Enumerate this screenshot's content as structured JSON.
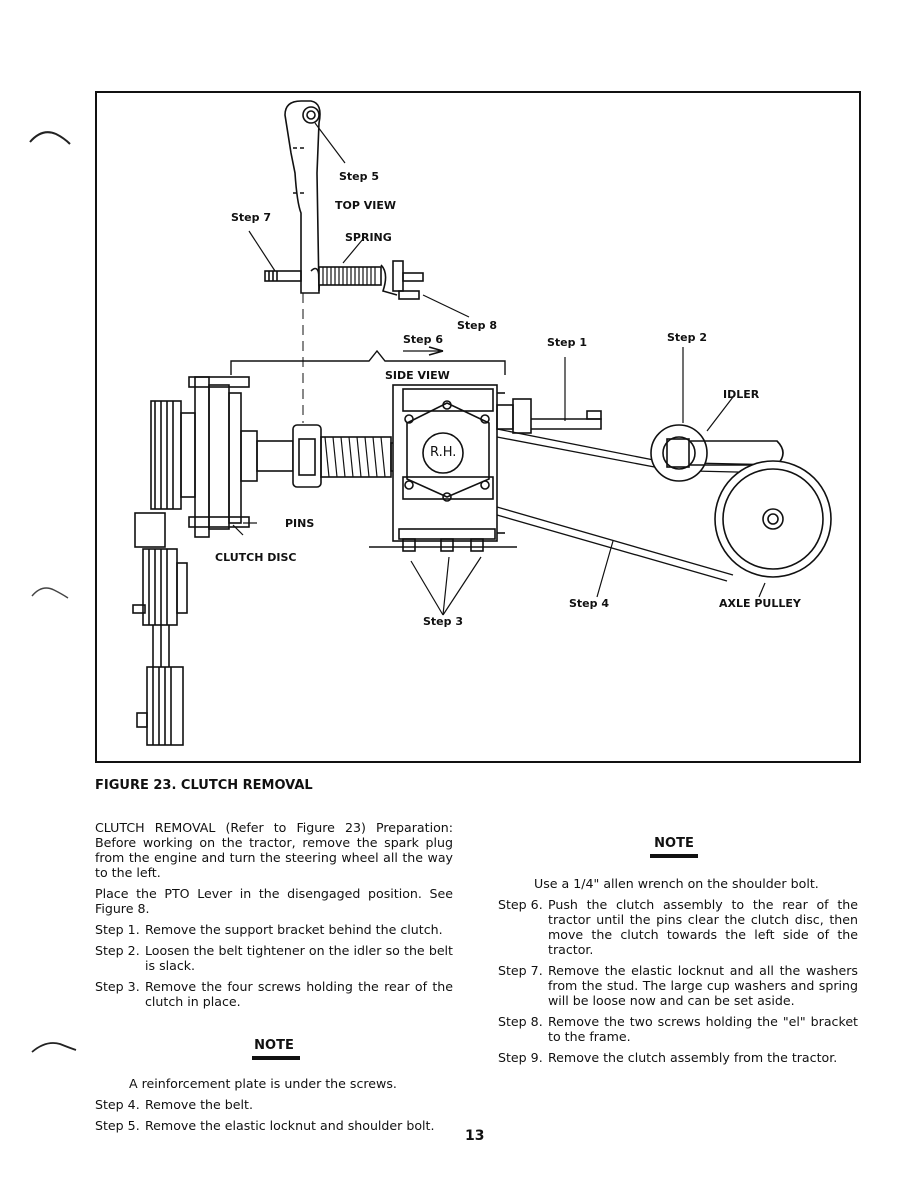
{
  "figure": {
    "labels": {
      "step5": "Step 5",
      "top_view": "TOP VIEW",
      "step7": "Step 7",
      "spring": "SPRING",
      "step8": "Step 8",
      "step6": "Step 6",
      "step1": "Step 1",
      "step2": "Step 2",
      "side_view": "SIDE VIEW",
      "idler": "IDLER",
      "rh": "R.H.",
      "pins": "PINS",
      "clutch_disc": "CLUTCH DISC",
      "step4": "Step 4",
      "axle_pulley": "AXLE PULLEY",
      "step3": "Step 3"
    },
    "caption": "FIGURE  23.  CLUTCH  REMOVAL"
  },
  "left_column": {
    "intro": "CLUTCH REMOVAL (Refer to Figure 23) Preparation: Before working on the tractor, remove the spark plug from the engine and turn the steering wheel all the way to the left.",
    "pto": "Place the PTO Lever in the disengaged position. See Figure 8.",
    "steps_a": [
      {
        "num": "Step 1.",
        "text": "Remove the support bracket behind the clutch."
      },
      {
        "num": "Step 2.",
        "text": "Loosen the belt tightener on the idler so the belt is slack."
      },
      {
        "num": "Step 3.",
        "text": "Remove the four screws holding the rear of the clutch in place."
      }
    ],
    "note_heading": "NOTE",
    "note_text": "A reinforcement plate is under the screws.",
    "steps_b": [
      {
        "num": "Step 4.",
        "text": "Remove the belt."
      },
      {
        "num": "Step 5.",
        "text": "Remove the elastic locknut and shoulder bolt."
      }
    ]
  },
  "right_column": {
    "note_heading": "NOTE",
    "note_text": "Use a 1/4\" allen wrench on the shoulder bolt.",
    "steps": [
      {
        "num": "Step 6.",
        "text": "Push the clutch assembly to the rear of the tractor until the pins clear the clutch disc, then move the clutch towards the left side of the tractor."
      },
      {
        "num": "Step 7.",
        "text": "Remove the elastic locknut and all the washers from the stud. The large cup washers and spring will be loose now and can be set aside."
      },
      {
        "num": "Step 8.",
        "text": "Remove the two screws holding the \"el\" bracket to the frame."
      },
      {
        "num": "Step 9.",
        "text": "Remove the clutch assembly from the tractor."
      }
    ]
  },
  "page_number": "13"
}
